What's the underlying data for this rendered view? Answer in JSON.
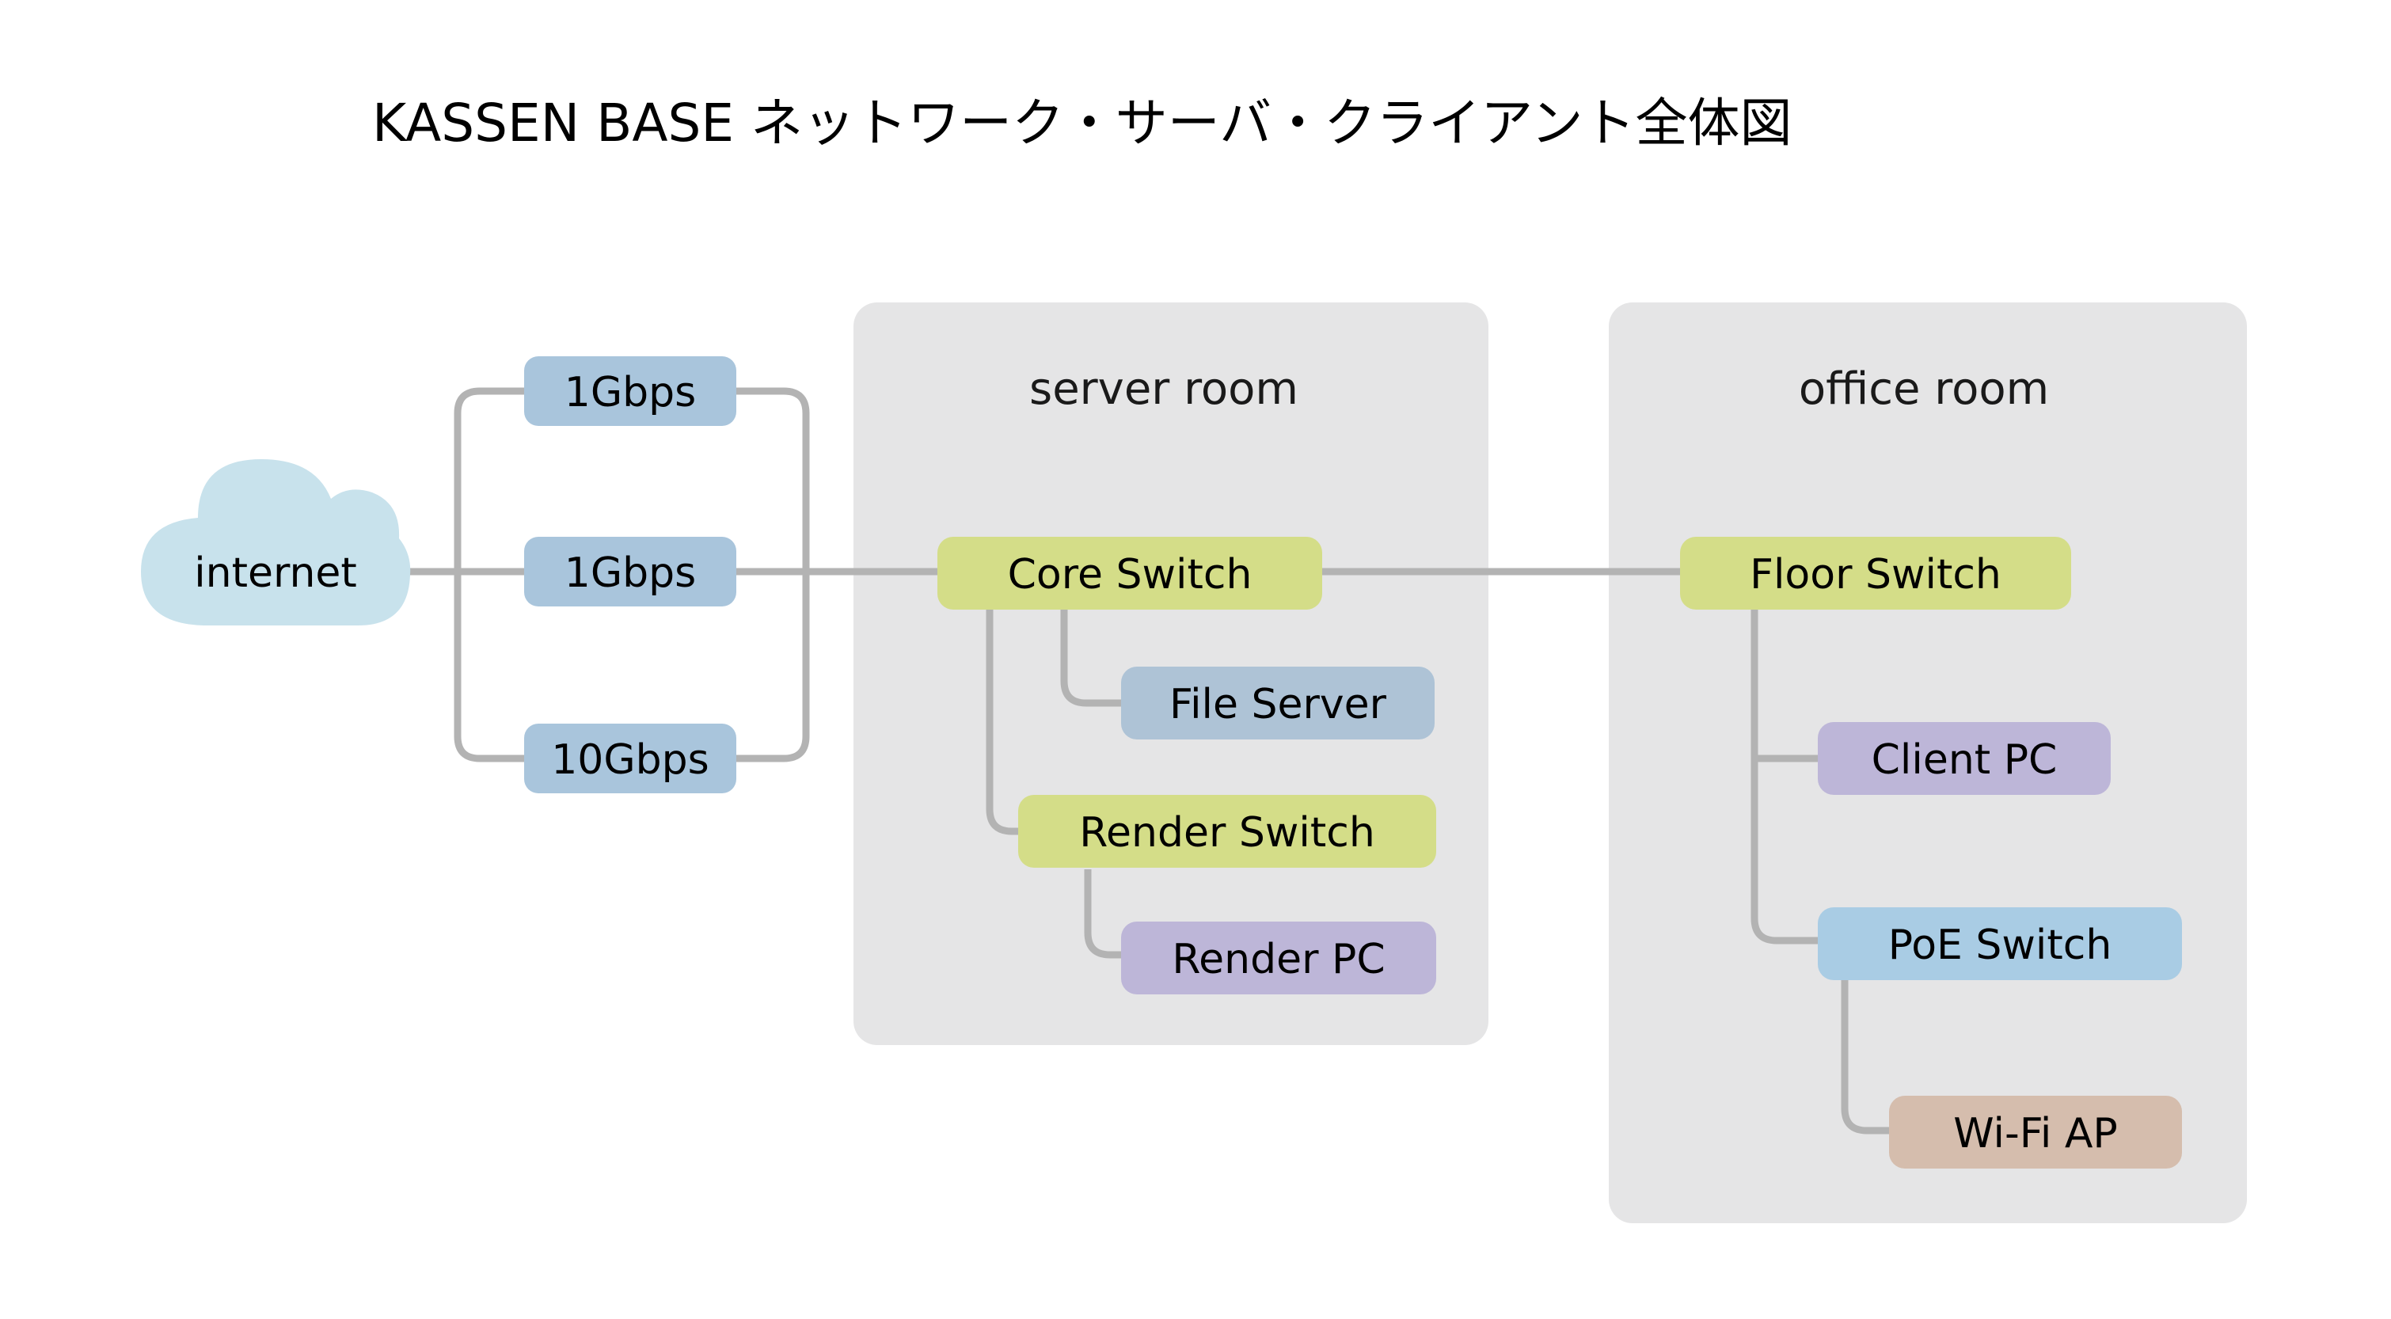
{
  "page": {
    "title": "KASSEN BASE ネットワーク・サーバ・クライアント全体図",
    "background": "#ffffff"
  },
  "colors": {
    "cloud": "#c8e2ec",
    "link_blue": "#a9c5dc",
    "switch_green": "#d4dd88",
    "server_blue": "#aec3d6",
    "poe_blue": "#a9cce4",
    "client_purple": "#bdb6d8",
    "wifi_tan": "#d5bdad",
    "room_panel": "#e5e5e6",
    "connector": "#b3b3b3",
    "text": "#000000"
  },
  "internet": {
    "label": "internet",
    "icon": "cloud-icon"
  },
  "uplinks": [
    {
      "id": "uplink-1",
      "label": "1Gbps"
    },
    {
      "id": "uplink-2",
      "label": "1Gbps"
    },
    {
      "id": "uplink-3",
      "label": "10Gbps"
    }
  ],
  "rooms": [
    {
      "id": "server-room",
      "label": "server room",
      "nodes": [
        {
          "id": "core-switch",
          "label": "Core Switch",
          "kind": "switch"
        },
        {
          "id": "file-server",
          "label": "File Server",
          "kind": "server"
        },
        {
          "id": "render-switch",
          "label": "Render Switch",
          "kind": "switch"
        },
        {
          "id": "render-pc",
          "label": "Render PC",
          "kind": "client"
        }
      ]
    },
    {
      "id": "office-room",
      "label": "office room",
      "nodes": [
        {
          "id": "floor-switch",
          "label": "Floor Switch",
          "kind": "switch"
        },
        {
          "id": "client-pc",
          "label": "Client PC",
          "kind": "client"
        },
        {
          "id": "poe-switch",
          "label": "PoE Switch",
          "kind": "switch"
        },
        {
          "id": "wifi-ap",
          "label": "Wi-Fi AP",
          "kind": "ap"
        }
      ]
    }
  ],
  "connections": [
    {
      "from": "internet",
      "to": "uplink-1"
    },
    {
      "from": "internet",
      "to": "uplink-2"
    },
    {
      "from": "internet",
      "to": "uplink-3"
    },
    {
      "from": "uplink-1",
      "to": "core-switch"
    },
    {
      "from": "uplink-2",
      "to": "core-switch"
    },
    {
      "from": "uplink-3",
      "to": "core-switch"
    },
    {
      "from": "core-switch",
      "to": "file-server"
    },
    {
      "from": "core-switch",
      "to": "render-switch"
    },
    {
      "from": "render-switch",
      "to": "render-pc"
    },
    {
      "from": "core-switch",
      "to": "floor-switch"
    },
    {
      "from": "floor-switch",
      "to": "client-pc"
    },
    {
      "from": "floor-switch",
      "to": "poe-switch"
    },
    {
      "from": "poe-switch",
      "to": "wifi-ap"
    }
  ]
}
